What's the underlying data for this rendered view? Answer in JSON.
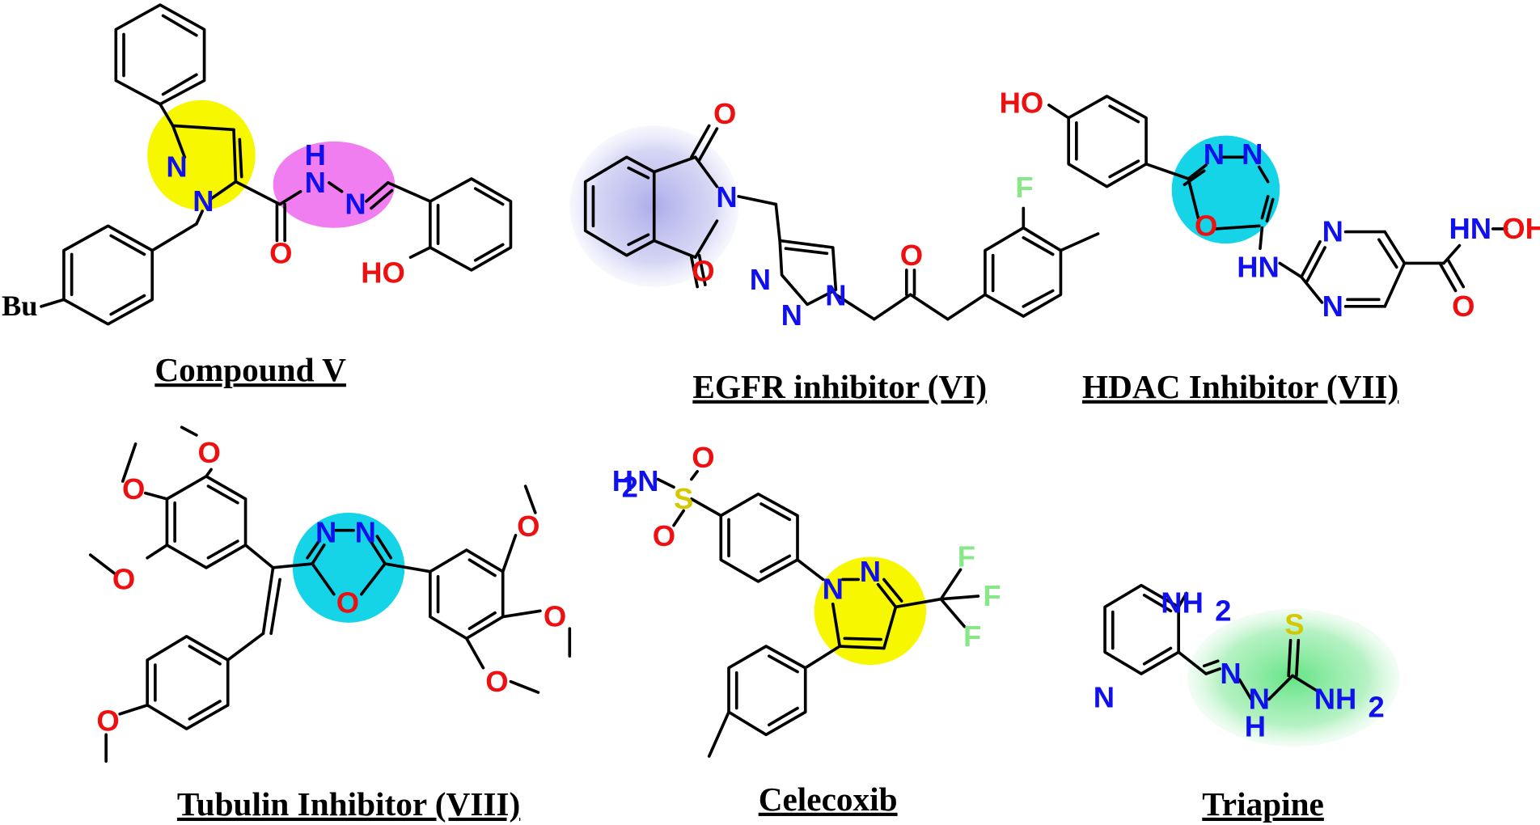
{
  "colors": {
    "nitrogen": "#1010ee",
    "oxygen": "#ee1010",
    "fluorine": "#88e888",
    "sulfur": "#d6c800",
    "carbon": "#000000",
    "highlight_pyrazole": "#f7f700",
    "highlight_hydrazone": "#f07ef0",
    "highlight_phthalimide": "#b8b8ec",
    "highlight_oxadiazole": "#16d4e8",
    "highlight_thiosemicarbazone": "#7ee89a"
  },
  "captions": {
    "compound_v": "Compound V",
    "egfr": "EGFR inhibitor (VI)",
    "hdac": "HDAC Inhibitor (VII)",
    "tubulin": "Tubulin Inhibitor (VIII)",
    "celecoxib": "Celecoxib",
    "triapine": "Triapine"
  },
  "atoms": {
    "N": "N",
    "O": "O",
    "S": "S",
    "F": "F",
    "H": "H",
    "HO": "HO",
    "HN": "HN",
    "NH2": "NH",
    "H2N": "H",
    "sub2": "2",
    "Bu": "Bu",
    "NHOH_N": "HN",
    "NHOH_OH": "OH"
  }
}
